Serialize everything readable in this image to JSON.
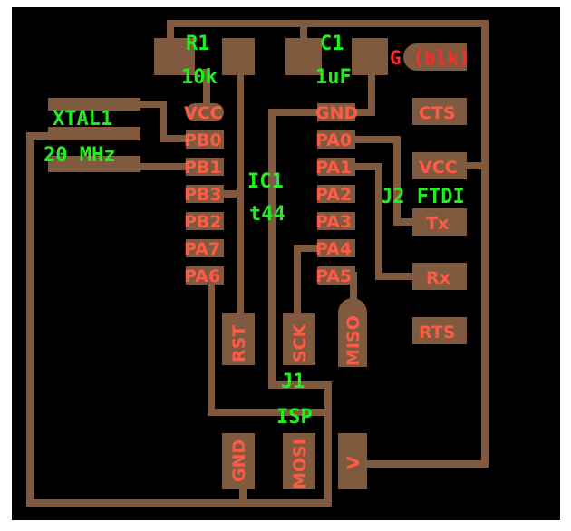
{
  "colors": {
    "board": "#000000",
    "copper": "#7f5a3e",
    "pin_text": "#ff5a45",
    "label_text": "#22ee22"
  },
  "components": {
    "r1": {
      "ref": "R1",
      "value": "10k"
    },
    "c1": {
      "ref": "C1",
      "value": "1uF"
    },
    "xtal": {
      "ref": "XTAL1",
      "value": "20 MHz"
    },
    "ic1": {
      "ref": "IC1",
      "value": "t44",
      "left_pins": [
        "VCC",
        "PB0",
        "PB1",
        "PB3",
        "PB2",
        "PA7",
        "PA6"
      ],
      "right_pins": [
        "GND",
        "PA0",
        "PA1",
        "PA2",
        "PA3",
        "PA4",
        "PA5"
      ]
    },
    "j2": {
      "ref": "J2 FTDI",
      "ground_label": "G (blk)",
      "pins": [
        "CTS",
        "VCC",
        "Tx",
        "Rx",
        "RTS"
      ]
    },
    "j1": {
      "ref": "J1",
      "value": "ISP",
      "pins": [
        "RST",
        "SCK",
        "MISO",
        "GND",
        "MOSI",
        "V"
      ]
    }
  }
}
